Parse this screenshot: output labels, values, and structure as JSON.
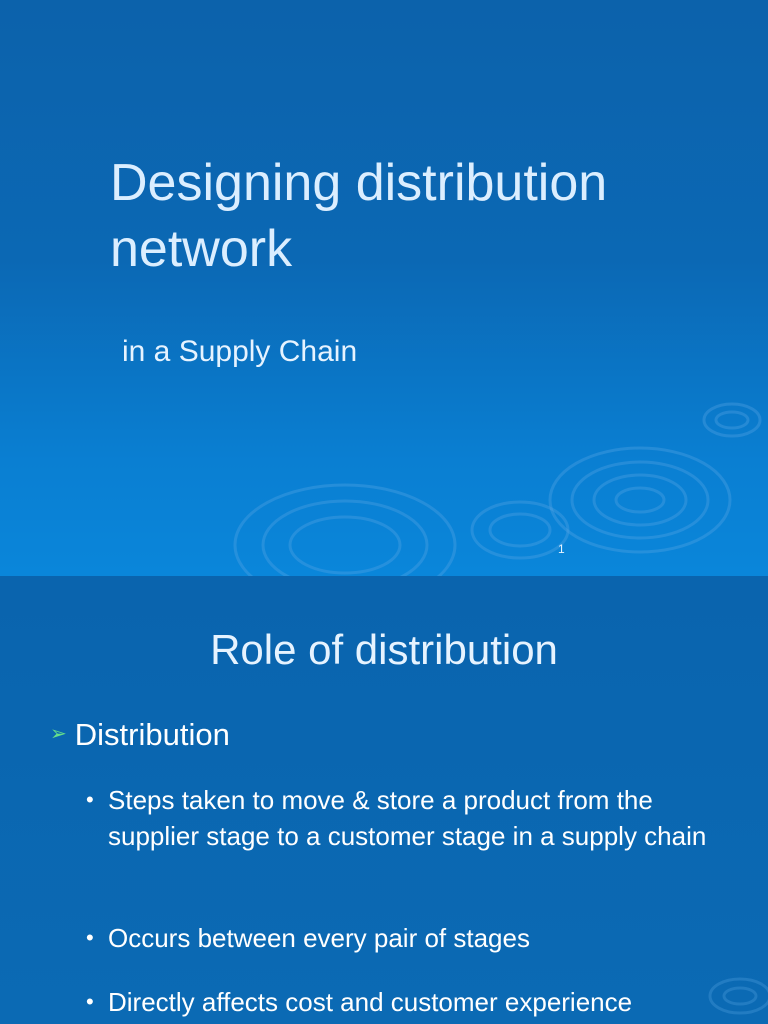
{
  "slide1": {
    "title": "Designing distribution network",
    "subtitle": "in a Supply Chain",
    "page_number": "1"
  },
  "slide2": {
    "title": "Role of distribution",
    "bullet": "Distribution",
    "bullet_marker": "arrow-bullet-icon",
    "sub_bullets": [
      "Steps taken to move & store a product from the supplier stage to a customer stage in a supply chain",
      "Occurs between every pair of stages",
      "Directly affects cost and customer experience"
    ]
  },
  "colors": {
    "background": "#0a66b0",
    "title_text": "#dbeeff",
    "body_text": "#ffffff",
    "arrow_bullet": "#66e08a"
  }
}
